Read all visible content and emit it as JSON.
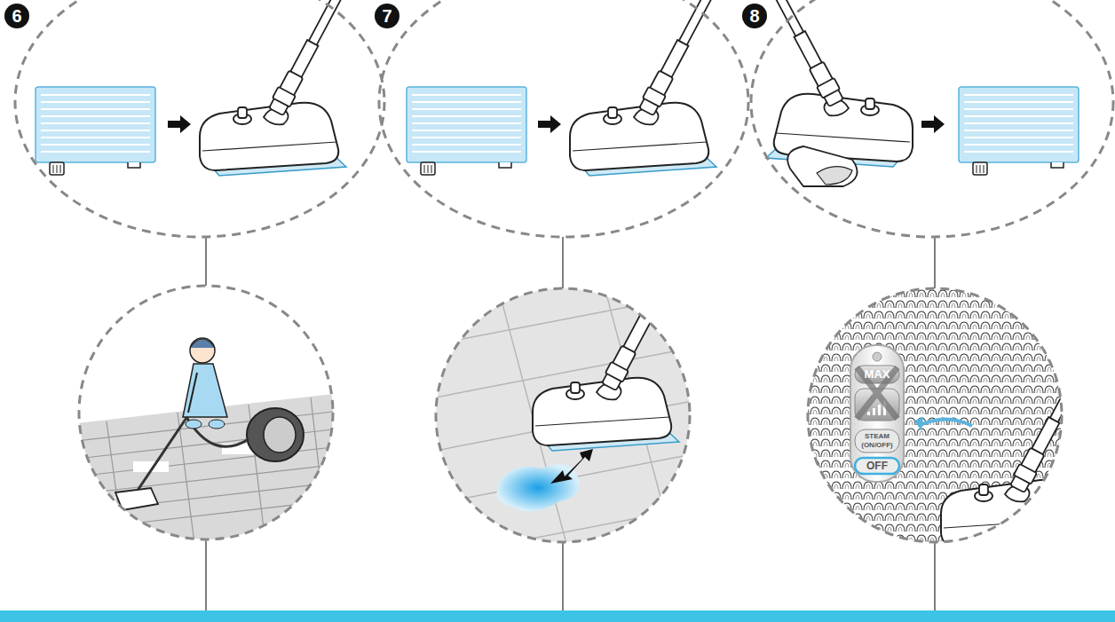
{
  "diagram": {
    "nodes": [
      {
        "text": [
          "6"
        ]
      },
      {
        "text": [
          "7"
        ]
      },
      {
        "text": [
          "8"
        ]
      },
      {
        "text": [
          "MAX",
          "STEAM (ON/OFF)",
          "OFF"
        ]
      }
    ]
  }
}
